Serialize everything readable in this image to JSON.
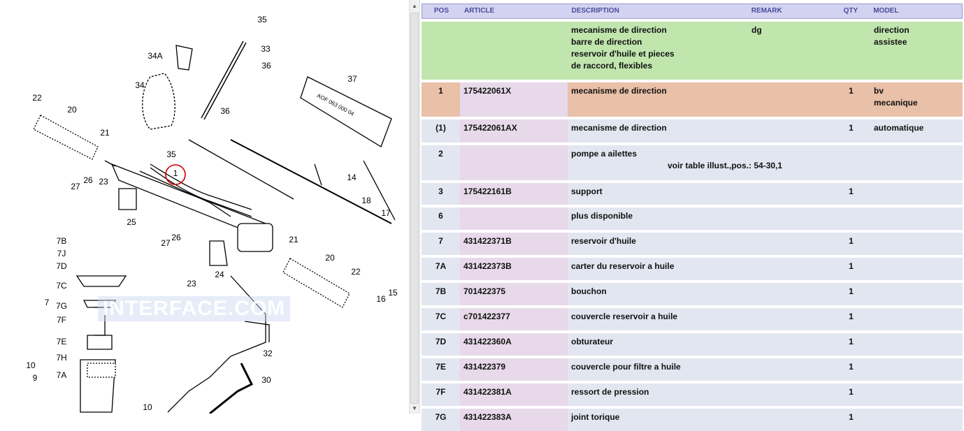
{
  "diagram": {
    "labels": [
      "35",
      "33",
      "34A",
      "36",
      "34",
      "37",
      "22",
      "20",
      "36",
      "21",
      "35",
      "1",
      "14",
      "27",
      "26",
      "23",
      "25",
      "18",
      "17",
      "7B",
      "7J",
      "7D",
      "26",
      "27",
      "21",
      "20",
      "24",
      "23",
      "22",
      "15",
      "7C",
      "7",
      "7G",
      "7F",
      "16",
      "32",
      "7E",
      "7H",
      "10",
      "9",
      "7A",
      "30",
      "10"
    ],
    "tube_text": "AOF 063 000 04",
    "watermark": "INTERFACE.COM"
  },
  "table": {
    "headers": {
      "pos": "POS",
      "article": "ARTICLE",
      "description": "DESCRIPTION",
      "remark": "REMARK",
      "qty": "QTY",
      "model": "MODEL"
    },
    "group": {
      "description": [
        "mecanisme de direction",
        "barre de direction",
        "reservoir d'huile et pieces",
        "de raccord, flexibles"
      ],
      "remark": "dg",
      "model": [
        "direction",
        "assistee"
      ]
    },
    "rows": [
      {
        "pos": "1",
        "article": "175422061X",
        "description": "mecanisme de direction",
        "qty": "1",
        "model": [
          "bv",
          "mecanique"
        ]
      },
      {
        "pos": "(1)",
        "article": "175422061AX",
        "description": "mecanisme de direction",
        "qty": "1",
        "model": [
          "automatique"
        ]
      },
      {
        "pos": "2",
        "article": "",
        "description": "pompe a ailettes",
        "sub": "voir table illust.,pos.:  54-30,1",
        "qty": "",
        "model": []
      },
      {
        "pos": "3",
        "article": "175422161B",
        "description": "support",
        "qty": "1",
        "model": []
      },
      {
        "pos": "6",
        "article": "",
        "description": "plus disponible",
        "qty": "",
        "model": []
      },
      {
        "pos": "7",
        "article": "431422371B",
        "description": "reservoir d'huile",
        "qty": "1",
        "model": []
      },
      {
        "pos": "7A",
        "article": "431422373B",
        "description": "carter du reservoir a huile",
        "qty": "1",
        "model": []
      },
      {
        "pos": "7B",
        "article": "701422375",
        "description": "bouchon",
        "qty": "1",
        "model": []
      },
      {
        "pos": "7C",
        "article": "c701422377",
        "description": "couvercle reservoir a huile",
        "qty": "1",
        "model": []
      },
      {
        "pos": "7D",
        "article": "431422360A",
        "description": "obturateur",
        "qty": "1",
        "model": []
      },
      {
        "pos": "7E",
        "article": "431422379",
        "description": "couvercle pour filtre a huile",
        "qty": "1",
        "model": []
      },
      {
        "pos": "7F",
        "article": "431422381A",
        "description": "ressort de pression",
        "qty": "1",
        "model": []
      },
      {
        "pos": "7G",
        "article": "431422383A",
        "description": "joint torique",
        "qty": "1",
        "model": []
      }
    ]
  },
  "colors": {
    "header_bg": "#d3d3f1",
    "group_bg": "#c0e5ad",
    "selected_bg": "#e9c0a8",
    "row_bg": "#e2e6f0",
    "article_bg": "#e7d9e9"
  }
}
